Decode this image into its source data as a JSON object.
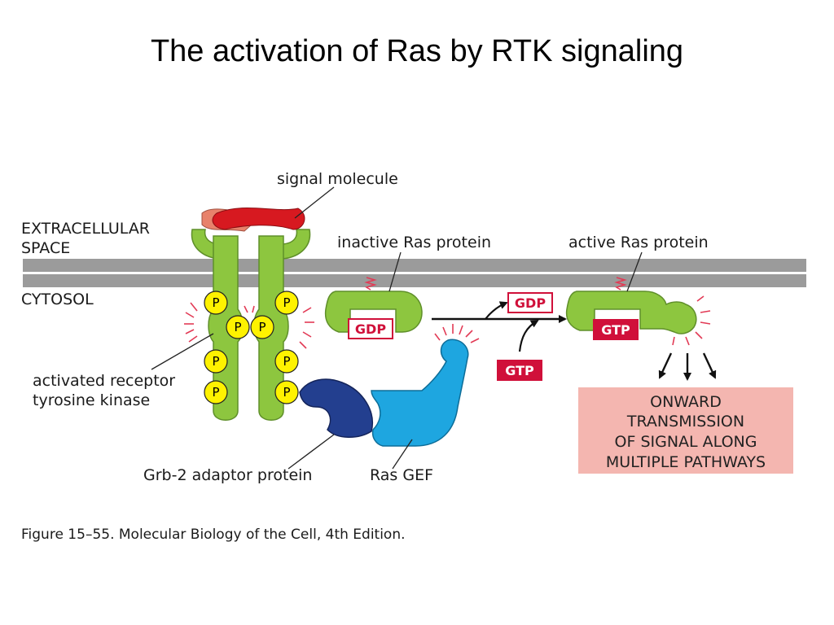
{
  "title": "The activation of Ras by RTK signaling",
  "labels": {
    "signal_molecule": "signal molecule",
    "extracellular_space": [
      "EXTRACELLULAR",
      "SPACE"
    ],
    "cytosol": "CYTOSOL",
    "inactive_ras": "inactive Ras protein",
    "active_ras": "active Ras protein",
    "receptor": [
      "activated receptor",
      "tyrosine kinase"
    ],
    "grb2": "Grb-2 adaptor protein",
    "ras_gef": "Ras GEF",
    "phosphate": "P",
    "gdp": "GDP",
    "gtp": "GTP",
    "onward": [
      "ONWARD",
      "TRANSMISSION",
      "OF SIGNAL ALONG",
      "MULTIPLE PATHWAYS"
    ]
  },
  "caption": "Figure 15–55. Molecular Biology of the Cell, 4th Edition.",
  "colors": {
    "receptor": "#8dc63f",
    "receptor_outline": "#4d7a1f",
    "membrane": "#999999",
    "grb2": "#233f8f",
    "ras_gef": "#1ea6e0",
    "signal": "#d71920",
    "signal_partner": "#e8826b",
    "phosphate": "#fff200",
    "nucleotide_red": "#d0103a",
    "onward_box": "#f4b6b0"
  }
}
